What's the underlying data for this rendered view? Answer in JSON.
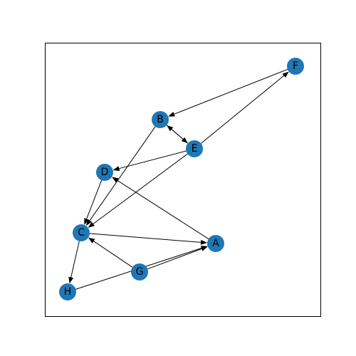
{
  "graph": {
    "node_color": "#1f77b4",
    "edge_color": "#000000",
    "label_color": "#000000",
    "nodes": [
      {
        "id": "A",
        "label": "A"
      },
      {
        "id": "B",
        "label": "B"
      },
      {
        "id": "C",
        "label": "C"
      },
      {
        "id": "D",
        "label": "D"
      },
      {
        "id": "E",
        "label": "E"
      },
      {
        "id": "F",
        "label": "F"
      },
      {
        "id": "G",
        "label": "G"
      },
      {
        "id": "H",
        "label": "H"
      }
    ],
    "edges": [
      {
        "from": "F",
        "to": "B"
      },
      {
        "from": "B",
        "to": "E"
      },
      {
        "from": "E",
        "to": "B"
      },
      {
        "from": "E",
        "to": "F"
      },
      {
        "from": "E",
        "to": "D"
      },
      {
        "from": "E",
        "to": "C"
      },
      {
        "from": "B",
        "to": "C"
      },
      {
        "from": "D",
        "to": "C"
      },
      {
        "from": "A",
        "to": "D"
      },
      {
        "from": "C",
        "to": "A"
      },
      {
        "from": "C",
        "to": "H"
      },
      {
        "from": "G",
        "to": "C"
      },
      {
        "from": "G",
        "to": "A"
      },
      {
        "from": "H",
        "to": "A"
      }
    ]
  }
}
